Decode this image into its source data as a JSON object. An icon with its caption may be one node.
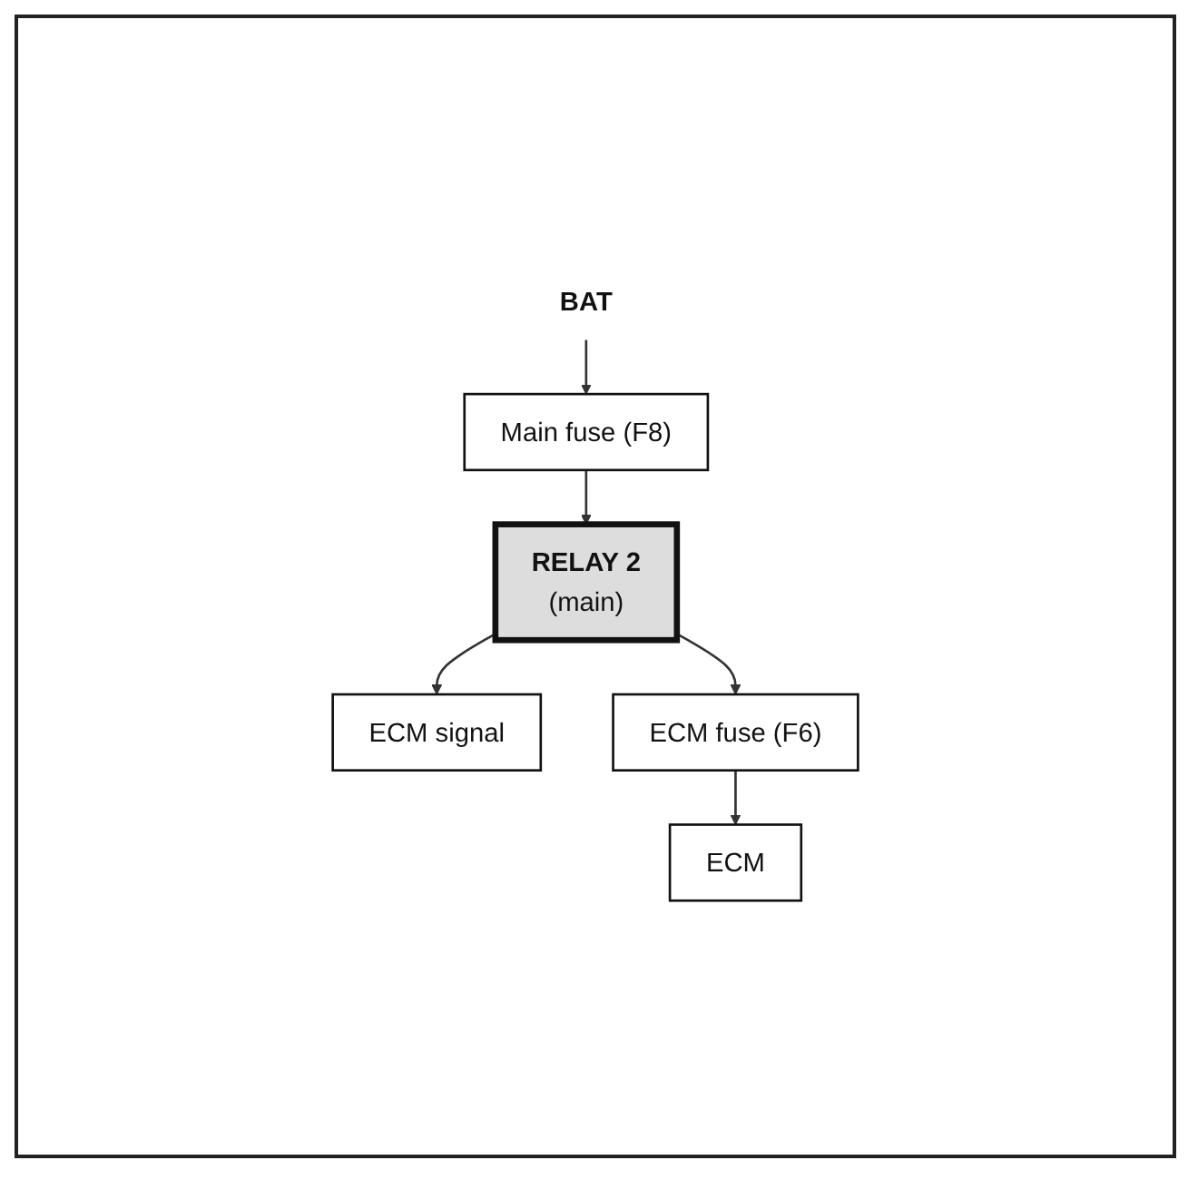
{
  "diagram": {
    "nodes": [
      {
        "text": [
          "BAT"
        ]
      },
      {
        "text": [
          "Main fuse (F8)"
        ]
      },
      {
        "text": [
          "RELAY 2",
          "(main)"
        ]
      },
      {
        "text": [
          "ECM signal"
        ]
      },
      {
        "text": [
          "ECM fuse (F6)"
        ]
      },
      {
        "text": [
          "ECM"
        ]
      }
    ],
    "edges": [
      {
        "from": 0,
        "to": 1,
        "arrow": "to"
      },
      {
        "from": 1,
        "to": 2,
        "arrow": "to"
      },
      {
        "from": 2,
        "to": 3,
        "arrow": "to"
      },
      {
        "from": 2,
        "to": 4,
        "arrow": "to"
      },
      {
        "from": 4,
        "to": 5,
        "arrow": "to"
      }
    ]
  }
}
